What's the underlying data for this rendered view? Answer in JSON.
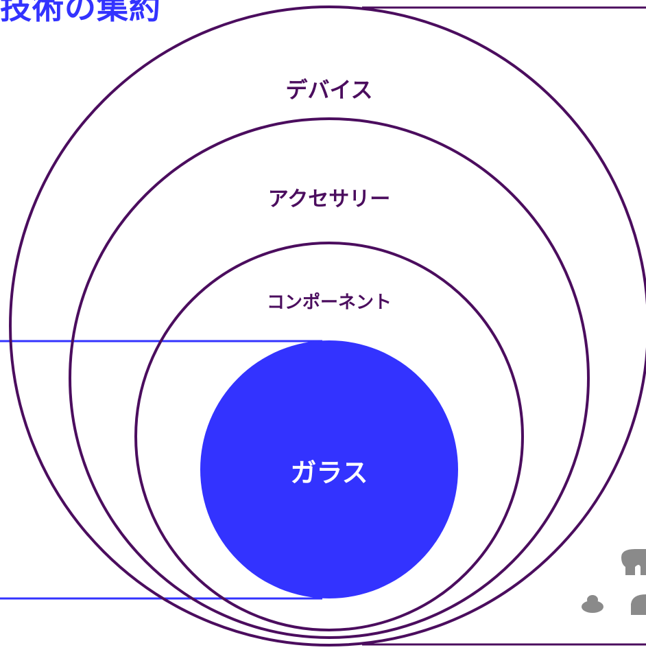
{
  "title": "技術の集約",
  "rings": {
    "device": "デバイス",
    "accessory": "アクセサリー",
    "component": "コンポーネント",
    "glass": "ガラス"
  },
  "colors": {
    "title": "#3333FF",
    "ring_stroke": "#4B0D5E",
    "label_text": "#4B0D5E",
    "glass_fill": "#3333FF",
    "glass_text": "#FFFFFF",
    "connector_line": "#3333FF",
    "product_gray": "#8A8A8A"
  }
}
